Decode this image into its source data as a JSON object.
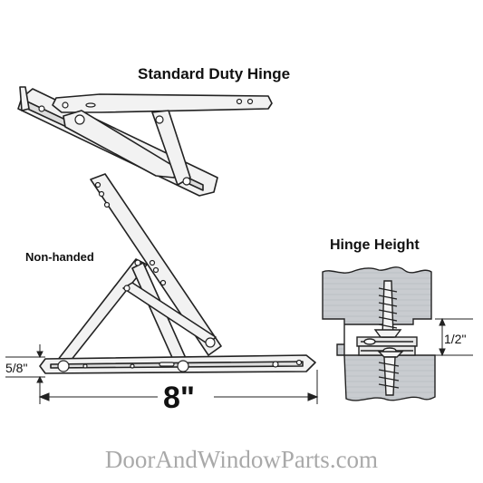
{
  "labels": {
    "standard_duty": "Standard Duty Hinge",
    "non_handed": "Non-handed",
    "hinge_height": "Hinge Height",
    "dim_five_eighths": "5/8\"",
    "dim_half": "1/2\"",
    "dim_length": "8\""
  },
  "watermark": "DoorAndWindowParts.com",
  "colors": {
    "line": "#222222",
    "wood": "#c9ccd0",
    "metal": "#e8e8e8"
  }
}
